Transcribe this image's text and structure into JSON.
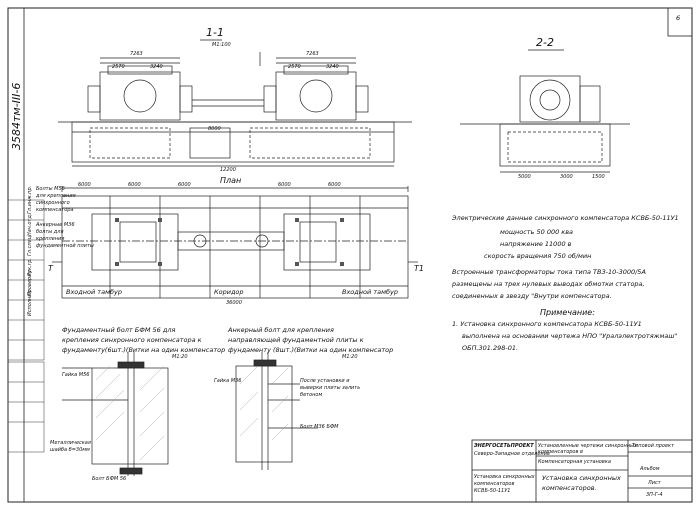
{
  "sheet": {
    "page_number": "6",
    "side_code": "3584тм-III-6",
    "section_1_title": "1-1",
    "section_1_scale": "М1:100",
    "section_2_title": "2-2",
    "plan_title": "План",
    "dims_top": [
      "7263",
      "7263",
      "2570",
      "2570",
      "3240",
      "3240",
      "8000",
      "12200"
    ],
    "dims_plan": [
      "6000",
      "6000",
      "6000",
      "6000",
      "6000",
      "36000"
    ],
    "dims_section2": [
      "5000",
      "3000",
      "1500"
    ],
    "room_labels": [
      "Входной тамбур",
      "Коридор",
      "Входной тамбур"
    ],
    "section_mark_left": "Т",
    "section_mark_right": "Т1"
  },
  "notes_left": {
    "bolts": "Болты М56",
    "bolts_line2": "для крепления",
    "bolts_line3": "синхронного",
    "bolts_line4": "компенсатора",
    "anchor": "Анкерные М36",
    "anchor_line2": "болты для",
    "anchor_line3": "крепления",
    "anchor_line4": "фундаментной плиты"
  },
  "electrical": {
    "heading": "Электрические данные синхронного компенсатора КСВБ-50-11У1",
    "power": "мощность 50 000 ква",
    "voltage": "напряжение 11000 в",
    "speed": "скорость вращения 750 об/мин",
    "transformers": "Встроенные трансформаторы тока типа ТВЗ-10-3000/5А",
    "transformers2": "размещены на трех нулевых выводах обмотки статора,",
    "transformers3": "соединенных в звезду \"Внутри компенсатора."
  },
  "notes": {
    "title": "Примечание:",
    "line1": "1. Установка синхронного компенсатора КСВБ-50-11У1",
    "line2": "выполнена на основании чертежа НПО \"Уралэлектротяжмаш\"",
    "line3": "ОБП.301.298-01."
  },
  "details": {
    "foundation_bolt_title": "Фундаментный болт БФМ 56 для",
    "foundation_bolt_title2": "крепления синхронного компенсатора к",
    "foundation_bolt_title3": "фундаменту(6шт.)(Витки на один компенсатор",
    "foundation_bolt_scale": "М1:20",
    "anchor_bolt_title": "Анкерный болт для крепления",
    "anchor_bolt_title2": "направляющей фундаментной плиты к",
    "anchor_bolt_title3": "фундаменту (8шт.)(Витки на один компенсатор",
    "anchor_bolt_scale": "М1:20",
    "label_bolt_bfm": "Болт БФМ 56",
    "label_bolt_m36": "Болт М36 БФМ",
    "label_after_install": "После установки и",
    "label_after_install2": "выверки плиты залить",
    "label_after_install3": "бетоном",
    "label_washer": "Гайка М56",
    "label_nut": "Гайка М36",
    "label_plate": "Металлическая",
    "label_plate2": "шайба б=30мм"
  },
  "titleblock": {
    "org": "ЭНЕРГОСЕТЬПРОЕКТ",
    "org_sub": "Северо-Западное отделение",
    "desc1": "Установленные чертежи синхронных",
    "desc2": "компенсаторов в",
    "desc3": "Компенсаторная установка",
    "code": "Типовой проект",
    "stage": "Альбом",
    "main_title": "Установка синхронных",
    "main_title2": "компенсаторов.",
    "model": "Установка синхронных",
    "model2": "компенсаторов",
    "model3": "КСВБ-50-11У1",
    "sheet_label": "Лист",
    "sheet_code": "3П-Г-4",
    "left_stamp": [
      "Гл.инж.пр.",
      "Нач.отд.",
      "Гл.спец.",
      "Рук.гр.",
      "Проверил",
      "Исполнил"
    ]
  }
}
